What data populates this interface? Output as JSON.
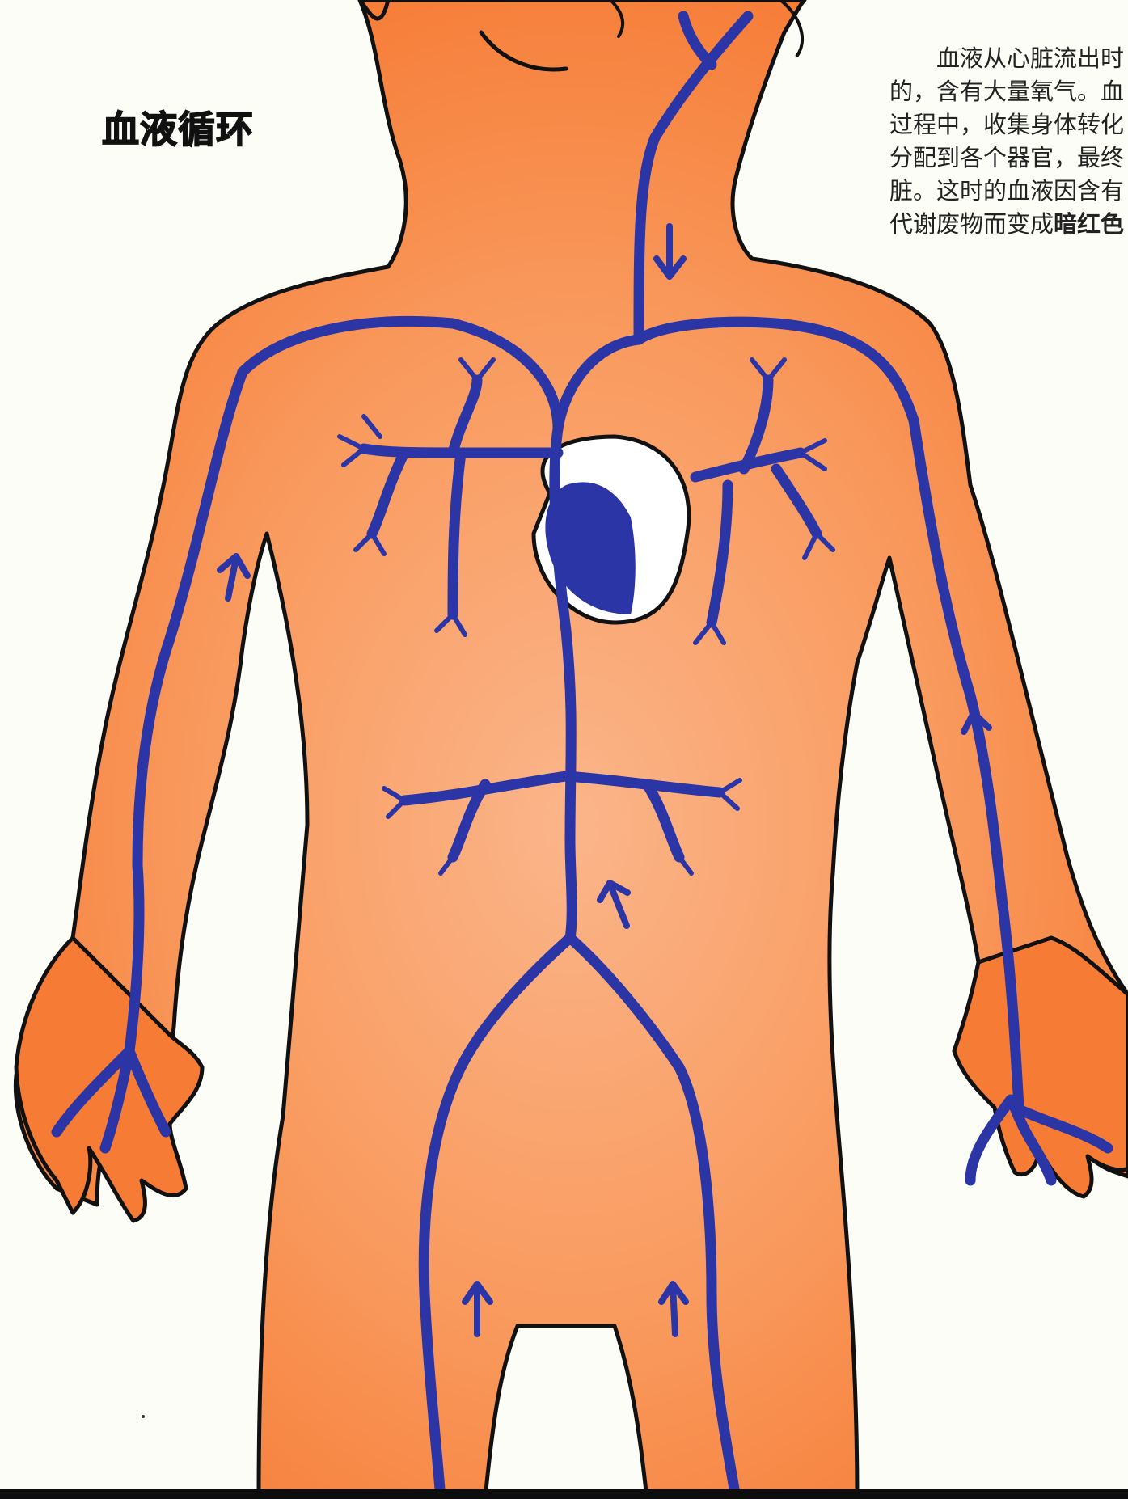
{
  "title": "血液循环",
  "caption": {
    "lines": [
      "血液从心脏流出时",
      "的，含有大量氧气。血",
      "过程中，收集身体转化",
      "分配到各个器官，最终",
      "脏。这时的血液因含有"
    ],
    "last_line_prefix": "代谢废物而变成",
    "last_line_bold": "暗红色"
  },
  "colors": {
    "skin": "#f7863f",
    "skin_light": "#fbb98a",
    "vein": "#2b35a6",
    "outline": "#111111",
    "background": "#fdfdf8"
  }
}
